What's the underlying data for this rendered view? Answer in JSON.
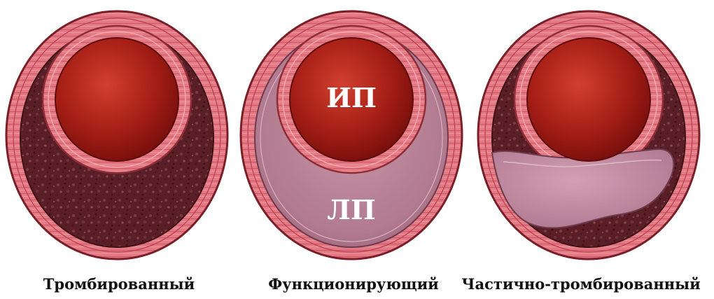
{
  "panels": [
    {
      "caption": "Тромбированный",
      "state": "thrombosed"
    },
    {
      "caption": "Функционирующий",
      "state": "functioning"
    },
    {
      "caption": "Частично-тромбированный",
      "state": "partially-thrombosed"
    }
  ],
  "labels": {
    "true_lumen": "ИП",
    "false_lumen": "ЛП"
  },
  "colors": {
    "vessel_wall": "#e47a84",
    "wall_stripe": "#c94a58",
    "wall_outline": "#7a1f29",
    "true_lumen": "#a61e16",
    "thrombus": "#5a1f26",
    "flowing_false_lumen": "#b87f92"
  }
}
